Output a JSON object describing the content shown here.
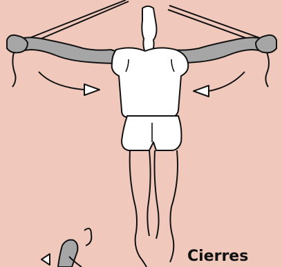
{
  "caption": "Cierres",
  "colors": {
    "background": "#f1c9bc",
    "ink": "#111111",
    "shirt": "#ffffff",
    "arm": "#a6a6a6"
  },
  "illustration": {
    "main_figure": "exercise-figure-arms-extended",
    "cables": "cable-lines",
    "motion_arrows": [
      "left-arrow-icon",
      "right-arrow-icon"
    ],
    "secondary_figure": "partial-figure-bottom-left"
  }
}
